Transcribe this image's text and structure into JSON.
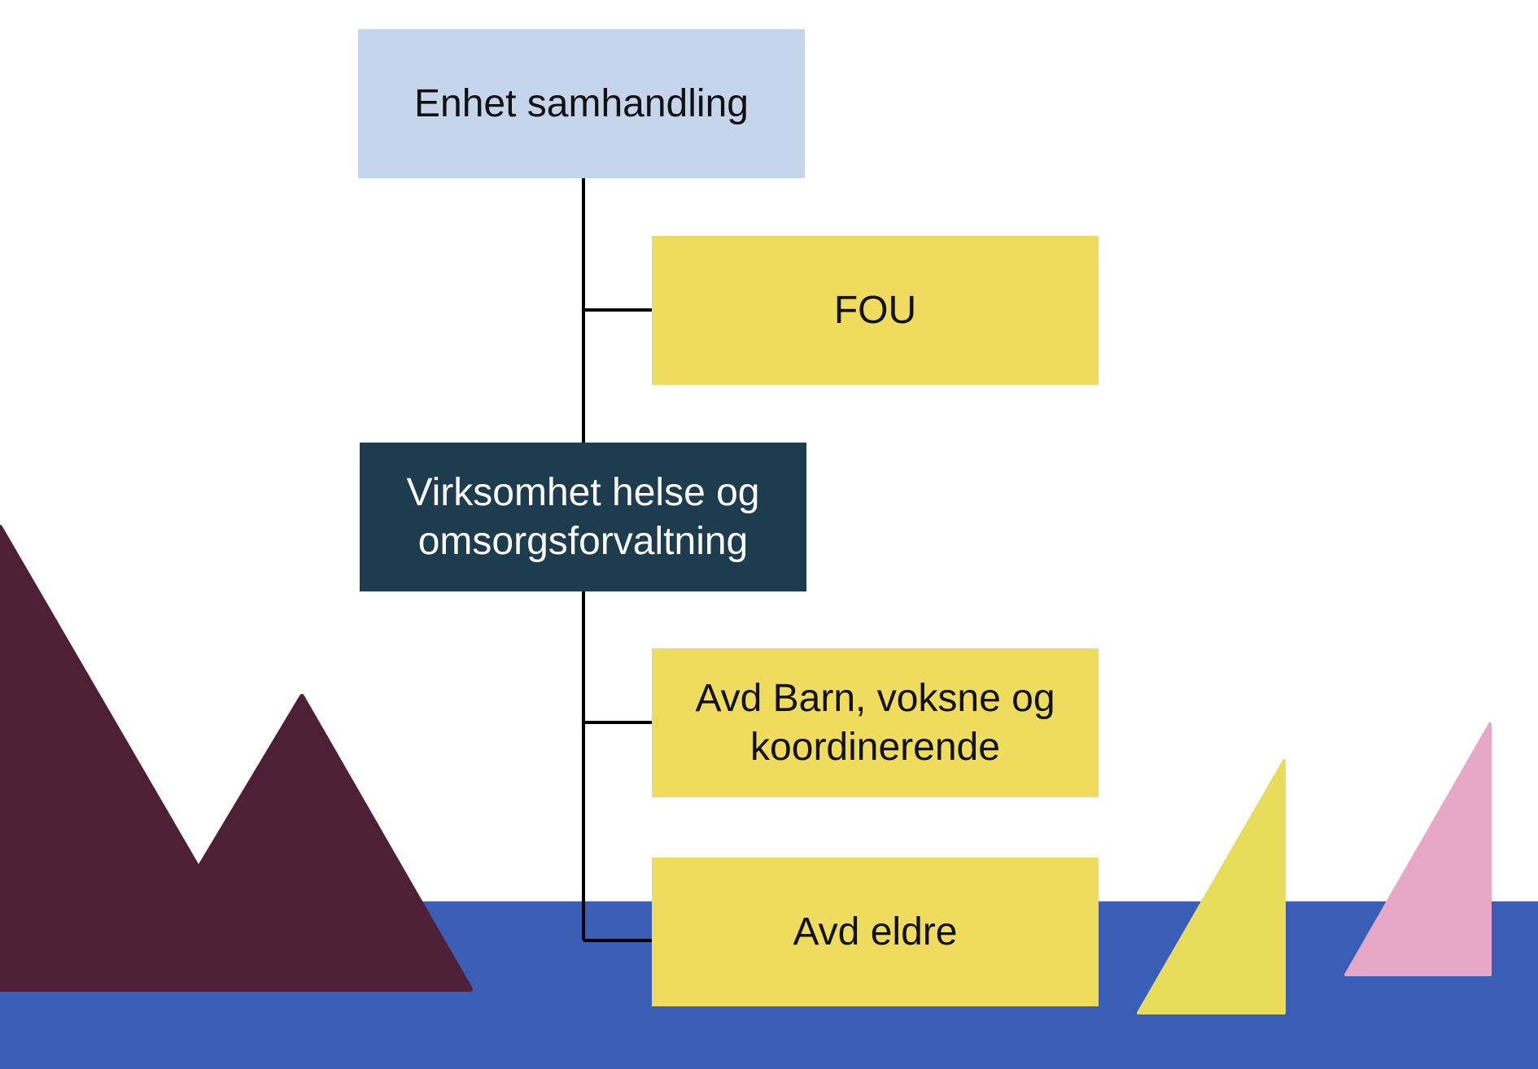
{
  "diagram": {
    "type": "org-chart",
    "nodes": {
      "root": {
        "label": "Enhet samhandling"
      },
      "fou": {
        "label": "FOU"
      },
      "virksomhet": {
        "label_lines": [
          "Virksomhet helse og",
          "omsorgsforvaltning"
        ]
      },
      "barn": {
        "label_lines": [
          "Avd Barn, voksne og",
          "koordinerende"
        ]
      },
      "eldre": {
        "label": "Avd eldre"
      }
    },
    "edges": [
      {
        "from": "root",
        "to": "fou"
      },
      {
        "from": "root",
        "to": "virksomhet"
      },
      {
        "from": "virksomhet",
        "to": "barn"
      },
      {
        "from": "virksomhet",
        "to": "eldre"
      }
    ]
  },
  "colors": {
    "root_box": "#c5d6ec",
    "sub_box": "#efdc5e",
    "main_box": "#1d3c4e",
    "connector": "#000000",
    "water": "#3a5db5",
    "mountain": "#4d2037",
    "sail_yellow": "#e8dc5b",
    "sail_pink": "#e6a8c6"
  },
  "decor_icons": [
    "mountains-icon",
    "sea-icon",
    "yellow-sail-icon",
    "pink-sail-icon"
  ]
}
